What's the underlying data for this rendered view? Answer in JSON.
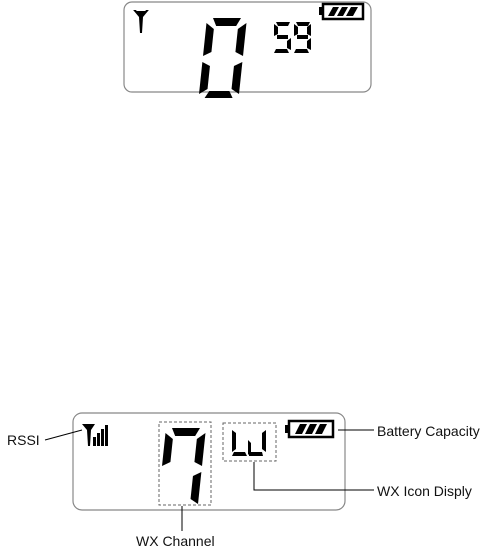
{
  "top_display": {
    "channel_digit": "0",
    "sub_digits": "59",
    "icons": [
      "antenna-icon",
      "battery-icon"
    ]
  },
  "bottom_display": {
    "channel_digit": "7",
    "wx_icon_text": "WX",
    "icons": [
      "rssi-signal-icon",
      "battery-icon"
    ]
  },
  "callouts": {
    "rssi": "RSSI",
    "battery_capacity": "Battery Capacity",
    "wx_icon_display": "WX Icon Disply",
    "wx_channel": "WX Channel"
  },
  "colors": {
    "lcd_segment": "#000000",
    "lcd_border": "#888888",
    "text": "#111111"
  }
}
